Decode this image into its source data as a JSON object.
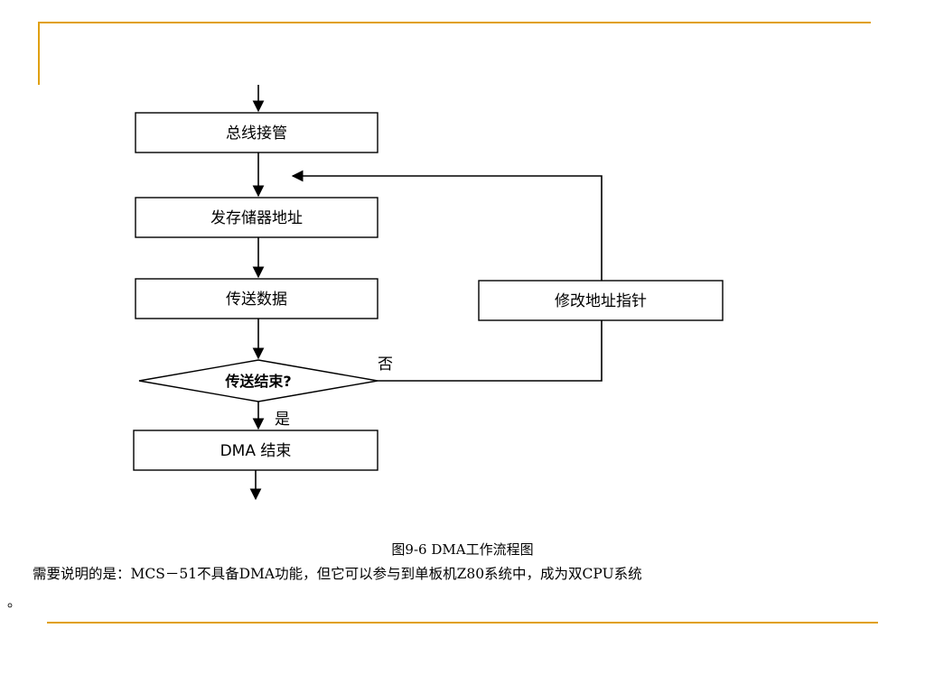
{
  "diagram": {
    "nodes": {
      "bus_takeover": "总线接管",
      "send_address": "发存储器地址",
      "transfer_data": "传送数据",
      "modify_pointer": "修改地址指针",
      "transfer_done": "传送结束?",
      "dma_end": "DMA 结束"
    },
    "branches": {
      "no": "否",
      "yes": "是"
    }
  },
  "caption": "图9-6 DMA工作流程图",
  "note": {
    "line1": "需要说明的是：MCS－51不具备DMA功能，但它可以参与到单板机Z80系统中，成为双CPU系统",
    "line2": "。"
  },
  "colors": {
    "accent": "#e0a010",
    "stroke": "#000000"
  }
}
